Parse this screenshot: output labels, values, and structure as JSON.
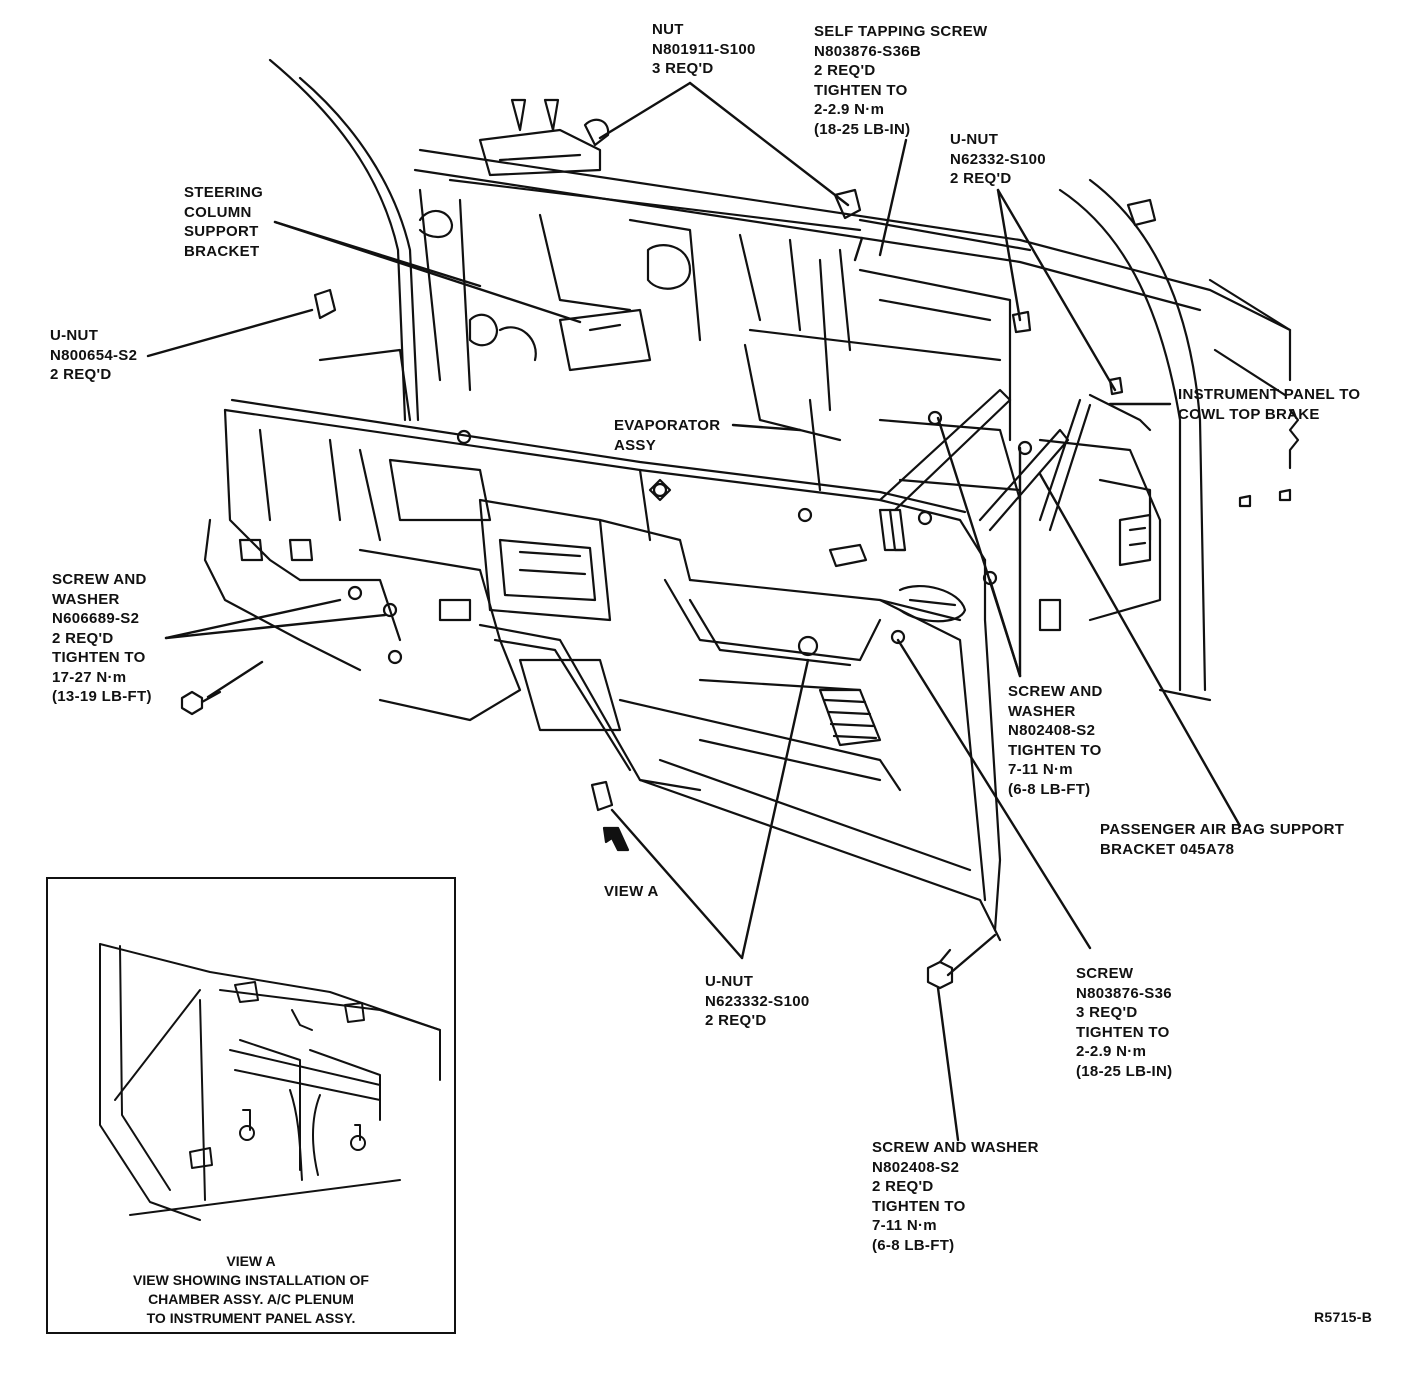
{
  "labels": {
    "nut": [
      "NUT",
      "N801911-S100",
      "3 REQ'D"
    ],
    "self_tapping": [
      "SELF TAPPING SCREW",
      "N803876-S36B",
      "2 REQ'D",
      "TIGHTEN TO",
      "2-2.9 N·m",
      "(18-25 LB-IN)"
    ],
    "steering": [
      "STEERING",
      "COLUMN",
      "SUPPORT",
      "BRACKET"
    ],
    "unut_top_right": [
      "U-NUT",
      "N62332-S100",
      "2 REQ'D"
    ],
    "unut_left": [
      "U-NUT",
      "N800654-S2",
      "2 REQ'D"
    ],
    "instrument_panel": [
      "INSTRUMENT PANEL TO",
      "COWL TOP BRAKE"
    ],
    "evaporator": [
      "EVAPORATOR",
      "ASSY"
    ],
    "screw_washer_left": [
      "SCREW AND",
      "WASHER",
      "N606689-S2",
      "2 REQ'D",
      "TIGHTEN TO",
      "17-27 N·m",
      "(13-19 LB-FT)"
    ],
    "screw_washer_mid": [
      "SCREW AND",
      "WASHER",
      "N802408-S2",
      "TIGHTEN TO",
      "7-11 N·m",
      "(6-8 LB-FT)"
    ],
    "passenger_airbag": [
      "PASSENGER AIR BAG SUPPORT",
      "BRACKET 045A78"
    ],
    "view_a_arrow": [
      "VIEW A"
    ],
    "unut_bottom": [
      "U-NUT",
      "N623332-S100",
      "2 REQ'D"
    ],
    "screw_bottom": [
      "SCREW",
      "N803876-S36",
      "3 REQ'D",
      "TIGHTEN TO",
      "2-2.9 N·m",
      "(18-25 LB-IN)"
    ],
    "screw_washer_bottom": [
      "SCREW AND WASHER",
      "N802408-S2",
      "2 REQ'D",
      "TIGHTEN TO",
      "7-11 N·m",
      "(6-8 LB-FT)"
    ]
  },
  "inset_caption": [
    "VIEW A",
    "VIEW SHOWING INSTALLATION OF",
    "CHAMBER ASSY. A/C PLENUM",
    "TO INSTRUMENT PANEL ASSY."
  ],
  "figure_id": "R5715-B",
  "colors": {
    "ink": "#111111",
    "paper": "#ffffff"
  }
}
